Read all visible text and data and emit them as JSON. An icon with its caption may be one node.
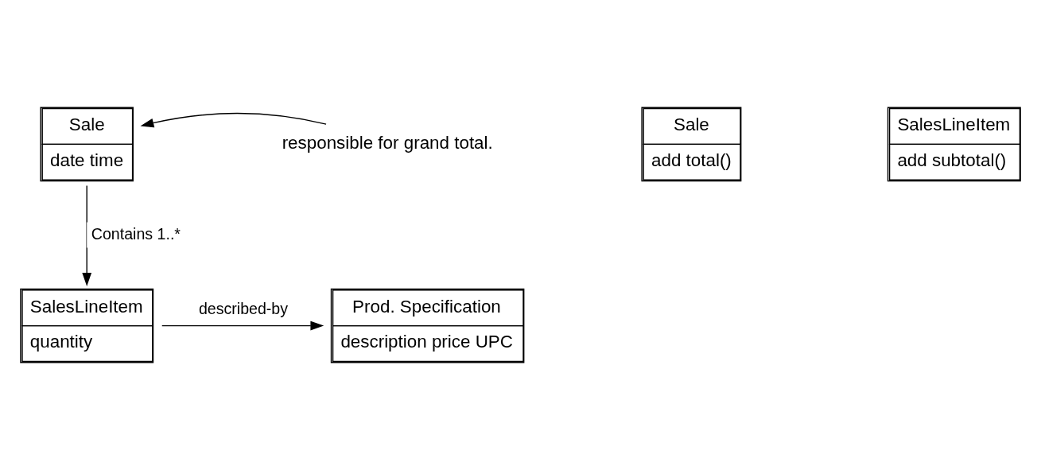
{
  "diagram": {
    "nodes": [
      {
        "text": [
          "Sale",
          "date time"
        ]
      },
      {
        "text": [
          "responsible for grand total."
        ]
      },
      {
        "text": [
          "Sale",
          "add total()"
        ]
      },
      {
        "text": [
          "SalesLineItem",
          "add subtotal()"
        ]
      },
      {
        "text": [
          "SalesLineItem",
          "quantity"
        ]
      },
      {
        "text": [
          "Prod. Specification",
          "description price UPC"
        ]
      }
    ],
    "edges": [
      {
        "from": 1,
        "to": 0,
        "arrow": "to"
      },
      {
        "from": 0,
        "to": 4,
        "arrow": "to",
        "label": "Contains 1..*"
      },
      {
        "from": 4,
        "to": 5,
        "arrow": "to",
        "label": "described-by"
      }
    ]
  }
}
